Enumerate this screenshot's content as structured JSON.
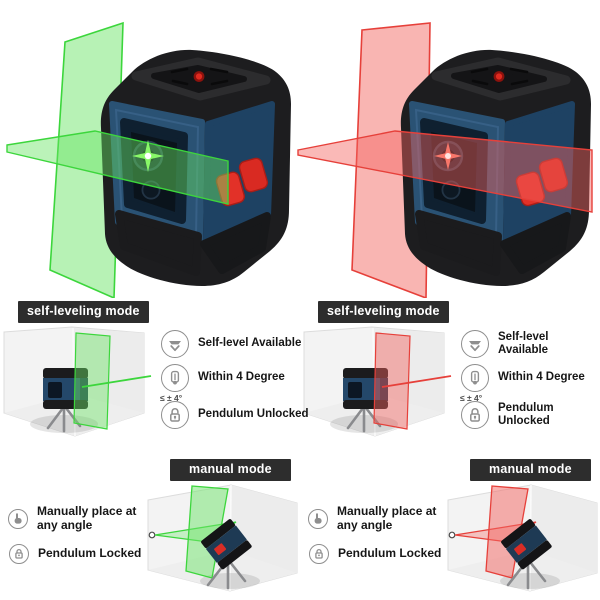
{
  "page": {
    "background": "#ffffff"
  },
  "colors": {
    "green_laser": "#3cd63c",
    "red_laser": "#e6403a",
    "label_bg": "#2d2d2d",
    "label_text": "#ffffff",
    "icon_gray": "#8e8e8e",
    "feature_text": "#161616",
    "device_navy": "#2a5274",
    "device_black": "#1d1d1f",
    "button_red": "#e23128",
    "room_wall": "#f3f3f3"
  },
  "products": [
    {
      "name": "cross line laser level",
      "laser": "green",
      "laser_color": "#3cd63c"
    },
    {
      "name": "cross line laser level",
      "laser": "red",
      "laser_color": "#e6403a"
    }
  ],
  "self_leveling_mode": {
    "label": "self-leveling mode",
    "features": [
      {
        "icon": "self-level-icon",
        "text": "Self-level Available"
      },
      {
        "icon": "pendulum-icon",
        "caption": "≤ ± 4°",
        "text": "Within 4 Degree"
      },
      {
        "icon": "unlock-icon",
        "text": "Pendulum Unlocked"
      }
    ]
  },
  "manual_mode": {
    "label": "manual mode",
    "features": [
      {
        "icon": "hand-icon",
        "text": "Manually place at any angle"
      },
      {
        "icon": "lock-icon",
        "text": "Pendulum Locked"
      }
    ]
  }
}
